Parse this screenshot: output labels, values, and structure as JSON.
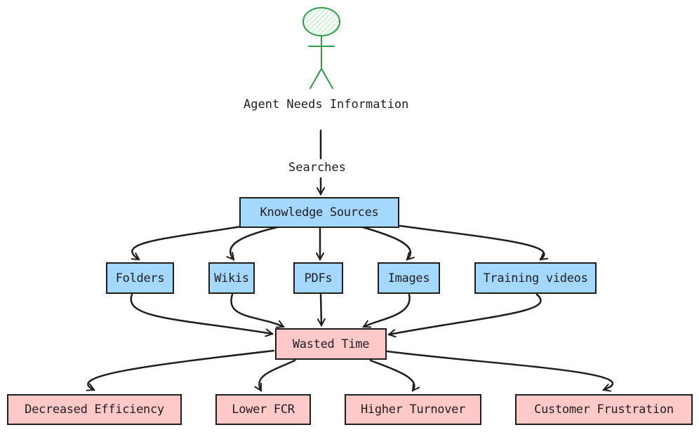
{
  "actor": {
    "label": "Agent Needs Information",
    "icon": "stick-figure-icon",
    "color": "#2f9e44"
  },
  "edge_label": "Searches",
  "colors": {
    "source_fill": "#a5d8ff",
    "impact_fill": "#ffc9c9",
    "stroke": "#1e1e1e"
  },
  "hub": {
    "label": "Knowledge Sources"
  },
  "sources": [
    {
      "label": "Folders"
    },
    {
      "label": "Wikis"
    },
    {
      "label": "PDFs"
    },
    {
      "label": "Images"
    },
    {
      "label": "Training videos"
    }
  ],
  "problem": {
    "label": "Wasted Time"
  },
  "impacts": [
    {
      "label": "Decreased Efficiency"
    },
    {
      "label": "Lower FCR"
    },
    {
      "label": "Higher Turnover"
    },
    {
      "label": "Customer Frustration"
    }
  ]
}
